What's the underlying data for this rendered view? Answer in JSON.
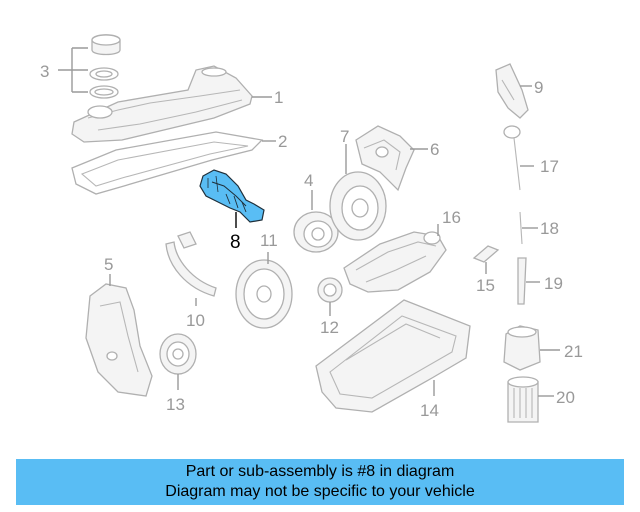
{
  "diagram": {
    "callouts": [
      "1",
      "2",
      "3",
      "4",
      "5",
      "6",
      "7",
      "8",
      "9",
      "10",
      "11",
      "12",
      "13",
      "14",
      "15",
      "16",
      "17",
      "18",
      "19",
      "20",
      "21"
    ],
    "highlighted_part": "8",
    "highlight_color": "#59bdf4"
  },
  "caption": {
    "line1": "Part or sub-assembly is #8 in diagram",
    "line2": "Diagram may not be specific to your vehicle",
    "background": "#59bdf4"
  }
}
